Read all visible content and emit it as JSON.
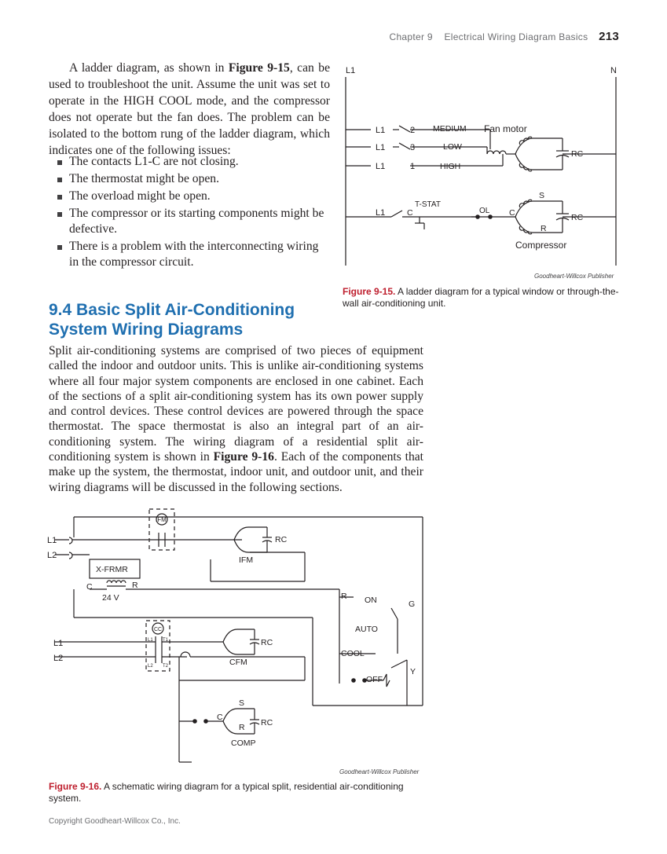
{
  "running_head": {
    "chapter": "Chapter 9",
    "title": "Electrical Wiring Diagram Basics",
    "page": "213"
  },
  "intro": {
    "t1": "A ladder diagram, as shown in ",
    "ref": "Figure 9-15",
    "t2": ", can be used to troubleshoot the unit. Assume the unit was set to operate in the HIGH COOL mode, and the compressor does not operate but the fan does. The problem can be isolated to the bottom rung of the ladder diagram, which indicates one of the following issues:"
  },
  "bullets": [
    "The contacts L1-C are not closing.",
    "The thermostat might be open.",
    "The overload might be open.",
    "The compressor or its starting components might be defective.",
    "There is a problem with the interconnecting wiring in the compressor circuit."
  ],
  "section": {
    "heading": "9.4 Basic Split Air-Conditioning System Wiring Diagrams",
    "t1": "Split air-conditioning systems are comprised of two pieces of equipment called the indoor and outdoor units. This is unlike air-conditioning systems where all four major system components are enclosed in one cabinet. Each of the sections of a split air-conditioning system has its own power supply and control devices. These control devices are powered through the space thermostat. The space thermostat is also an integral part of an air-conditioning system. The wiring diagram of a residential split air-conditioning system is shown in ",
    "ref": "Figure 9-16",
    "t2": ". Each of the components that make up the system, the thermostat, indoor unit, and outdoor unit, and their wiring diagrams will be discussed in the following sections."
  },
  "fig15": {
    "labels": {
      "l1": "L1",
      "n": "N",
      "medium": "MEDIUM",
      "low": "LOW",
      "high": "HIGH",
      "two": "2",
      "three": "3",
      "one": "1",
      "fan_motor": "Fan motor",
      "rc": "RC",
      "tstat": "T-STAT",
      "c": "C",
      "ol": "OL",
      "s": "S",
      "r": "R",
      "compressor": "Compressor"
    },
    "credit": "Goodheart-Willcox Publisher",
    "caption_label": "Figure 9-15.",
    "caption_text": " A ladder diagram for a typical window or through-the-wall air-conditioning unit."
  },
  "fig16": {
    "labels": {
      "l1": "L1",
      "l2": "L2",
      "ifm_coil": "IFM",
      "rc": "RC",
      "ifm": "IFM",
      "xfrmr": "X-FRMR",
      "c": "C",
      "r": "R",
      "v24": "24 V",
      "on": "ON",
      "g": "G",
      "auto": "AUTO",
      "cool": "COOL",
      "off": "OFF",
      "y": "Y",
      "cc": "CC",
      "t1": "T1",
      "t2": "T2",
      "cfm": "CFM",
      "s": "S",
      "comp": "COMP"
    },
    "credit": "Goodheart-Willcox Publisher",
    "caption_label": "Figure 9-16.",
    "caption_text": " A schematic wiring diagram for a typical split, residential air-conditioning system."
  },
  "footer": "Copyright Goodheart-Willcox Co., Inc."
}
